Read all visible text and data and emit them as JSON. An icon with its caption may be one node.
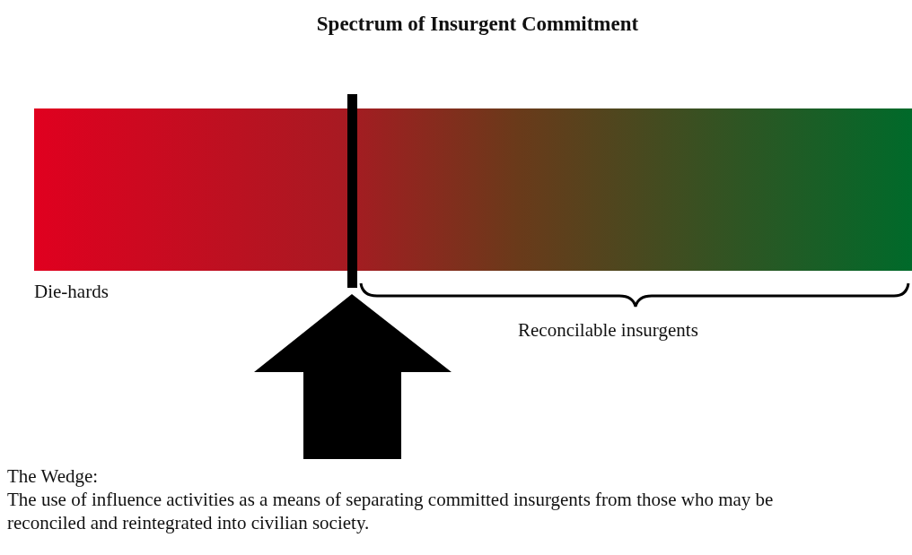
{
  "diagram": {
    "title": "Spectrum of Insurgent Commitment",
    "labels": [
      "Die-hards",
      "Reconcilable insurgents",
      "The Wedge:",
      "The use of influence activities as a means of separating committed insurgents from those who may be reconciled and reintegrated into civilian society."
    ]
  }
}
